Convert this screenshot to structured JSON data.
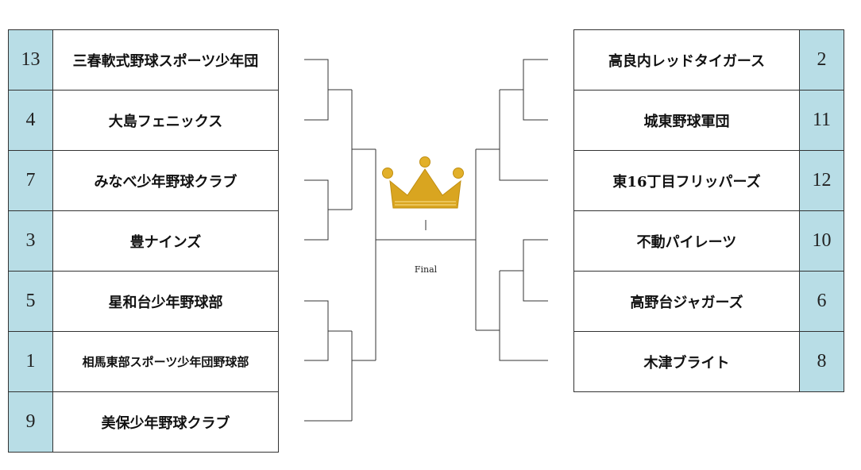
{
  "left_teams": [
    {
      "seed": "13",
      "name": "三春軟式野球スポーツ少年団"
    },
    {
      "seed": "4",
      "name": "大島フェニックス"
    },
    {
      "seed": "7",
      "name": "みなべ少年野球クラブ"
    },
    {
      "seed": "3",
      "name": "豊ナインズ"
    },
    {
      "seed": "5",
      "name": "星和台少年野球部"
    },
    {
      "seed": "1",
      "name": "相馬東部スポーツ少年団野球部"
    },
    {
      "seed": "9",
      "name": "美保少年野球クラブ"
    }
  ],
  "right_teams": [
    {
      "seed": "2",
      "name": "高良内レッドタイガース"
    },
    {
      "seed": "11",
      "name": "城東野球軍団"
    },
    {
      "seed": "12",
      "name": "東16丁目フリッパーズ"
    },
    {
      "seed": "10",
      "name": "不動パイレーツ"
    },
    {
      "seed": "6",
      "name": "高野台ジャガーズ"
    },
    {
      "seed": "8",
      "name": "木津ブライト"
    }
  ],
  "final_label": "Final",
  "colors": {
    "seed_bg": "#b8dde6",
    "crown": "#d9a520"
  },
  "icons": {
    "trophy": "crown-icon"
  }
}
